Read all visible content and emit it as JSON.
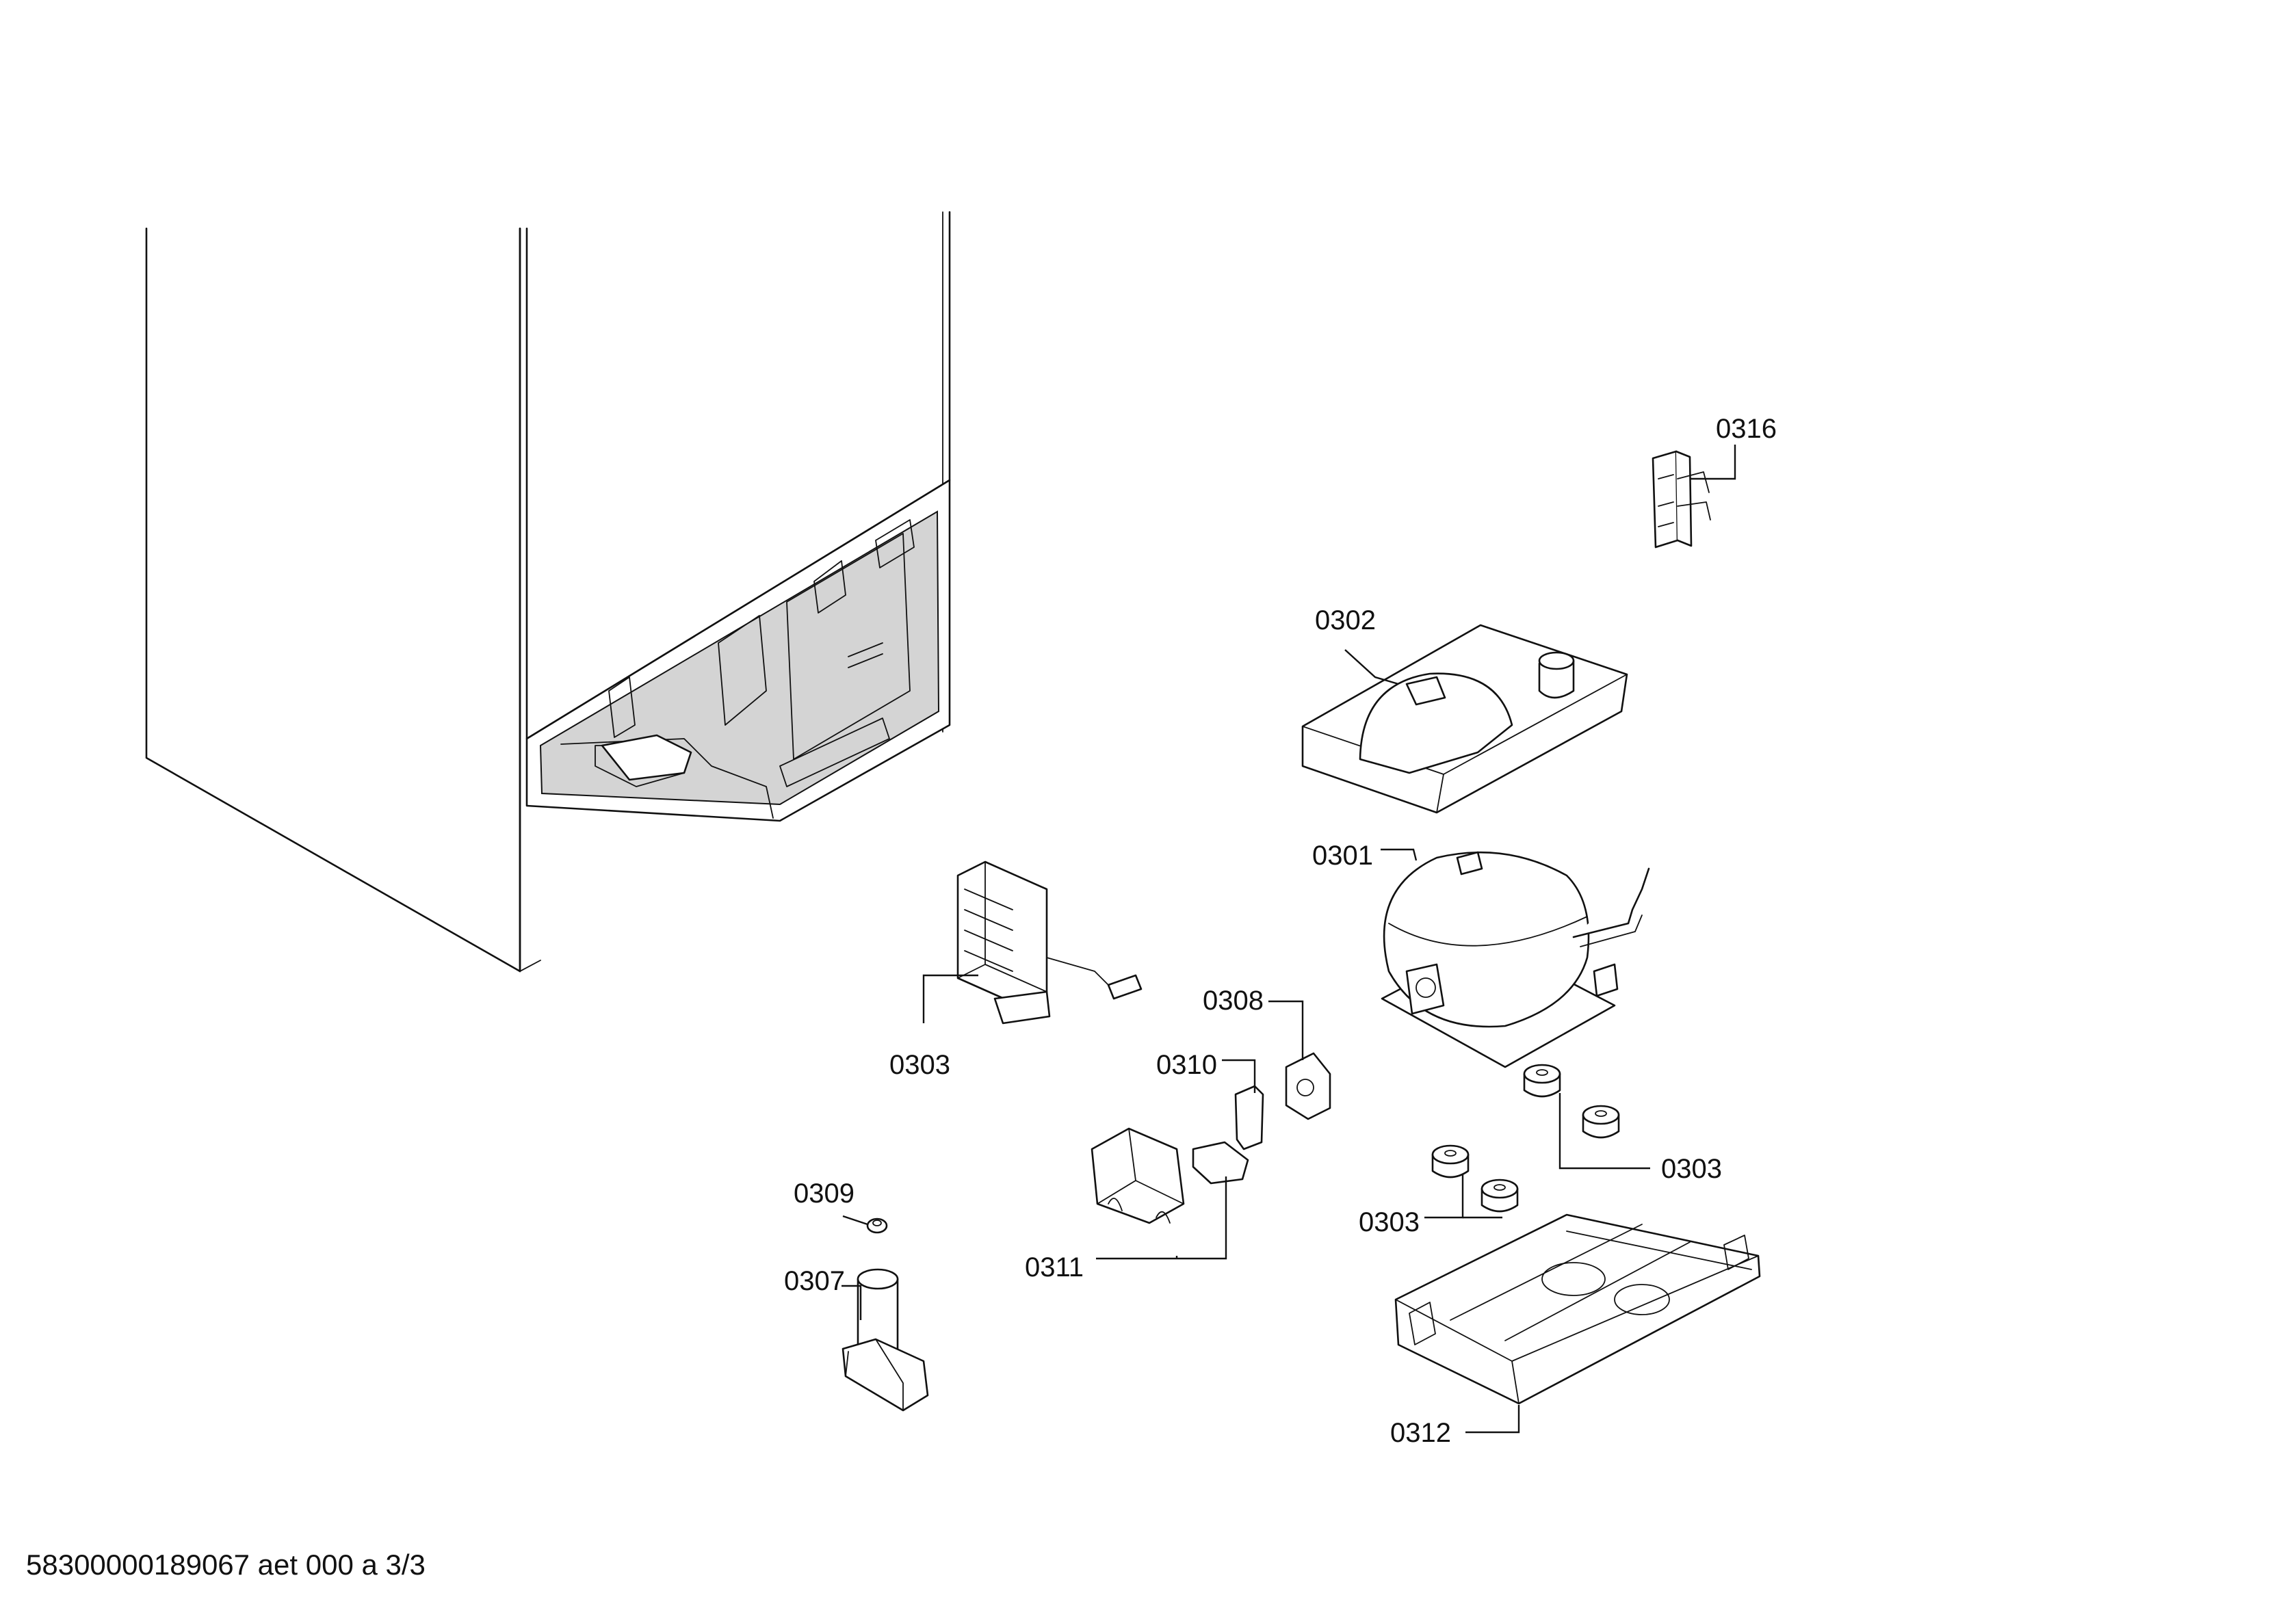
{
  "diagram": {
    "callouts": {
      "c0316": "0316",
      "c0302": "0302",
      "c0301": "0301",
      "c0303_a": "0303",
      "c0308": "0308",
      "c0310": "0310",
      "c0309": "0309",
      "c0307": "0307",
      "c0311": "0311",
      "c0303_b": "0303",
      "c0303_c": "0303",
      "c0312": "0312"
    }
  },
  "footer": {
    "document_code": "58300000189067 aet 000 a 3/3"
  }
}
